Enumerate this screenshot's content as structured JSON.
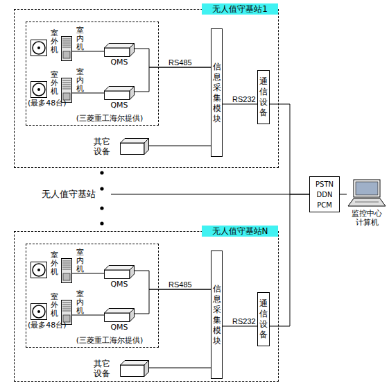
{
  "diagram": {
    "nodes": [
      {
        "text": [
          "无人值守基站1"
        ]
      },
      {
        "text": [
          "(三菱重工海尔提供)"
        ],
        "in": 0
      },
      {
        "text": [
          "室外机"
        ],
        "in": 1
      },
      {
        "text": [
          "室内机"
        ],
        "in": 1
      },
      {
        "text": [
          "QMS"
        ],
        "in": 1
      },
      {
        "text": [
          "室外机"
        ],
        "in": 1
      },
      {
        "text": [
          "室内机"
        ],
        "in": 1
      },
      {
        "text": [
          "QMS"
        ],
        "in": 1
      },
      {
        "text": [
          "信息采集模块"
        ],
        "in": 0
      },
      {
        "text": [
          "通信设备"
        ],
        "in": 0
      },
      {
        "text": [
          "其它 设备"
        ],
        "in": 0
      },
      {
        "text": [
          "无人值守基站N"
        ]
      },
      {
        "text": [
          "(三菱重工海尔提供)"
        ],
        "in": 11
      },
      {
        "text": [
          "室外机"
        ],
        "in": 12
      },
      {
        "text": [
          "室内机"
        ],
        "in": 12
      },
      {
        "text": [
          "QMS"
        ],
        "in": 12
      },
      {
        "text": [
          "室外机"
        ],
        "in": 12
      },
      {
        "text": [
          "室内机"
        ],
        "in": 12
      },
      {
        "text": [
          "QMS"
        ],
        "in": 12
      },
      {
        "text": [
          "信息采集模块"
        ],
        "in": 11
      },
      {
        "text": [
          "通信设备"
        ],
        "in": 11
      },
      {
        "text": [
          "其它 设备"
        ],
        "in": 11
      },
      {
        "text": [
          "PSTN DDN PCM"
        ]
      },
      {
        "text": [
          "监控中心 计算机"
        ]
      }
    ],
    "edges": [
      {
        "from": 3,
        "to": 4,
        "arrow": "none"
      },
      {
        "from": 6,
        "to": 7,
        "arrow": "none"
      },
      {
        "from": 4,
        "to": 8,
        "label": "RS485",
        "arrow": "none"
      },
      {
        "from": 7,
        "to": 8,
        "arrow": "none"
      },
      {
        "from": 10,
        "to": 8,
        "arrow": "none"
      },
      {
        "from": 8,
        "to": 9,
        "label": "RS232",
        "arrow": "none"
      },
      {
        "from": 14,
        "to": 15,
        "arrow": "none"
      },
      {
        "from": 17,
        "to": 18,
        "arrow": "none"
      },
      {
        "from": 15,
        "to": 19,
        "label": "RS485",
        "arrow": "none"
      },
      {
        "from": 18,
        "to": 19,
        "arrow": "none"
      },
      {
        "from": 21,
        "to": 19,
        "arrow": "none"
      },
      {
        "from": 19,
        "to": 20,
        "label": "RS232",
        "arrow": "none"
      },
      {
        "from": 9,
        "to": 22,
        "arrow": "none"
      },
      {
        "from": 20,
        "to": 22,
        "arrow": "none"
      },
      {
        "from": 22,
        "to": 23,
        "arrow": "none"
      }
    ],
    "labels": [
      "(最多48台)",
      "无人值守基站",
      "(最多48台)"
    ]
  }
}
